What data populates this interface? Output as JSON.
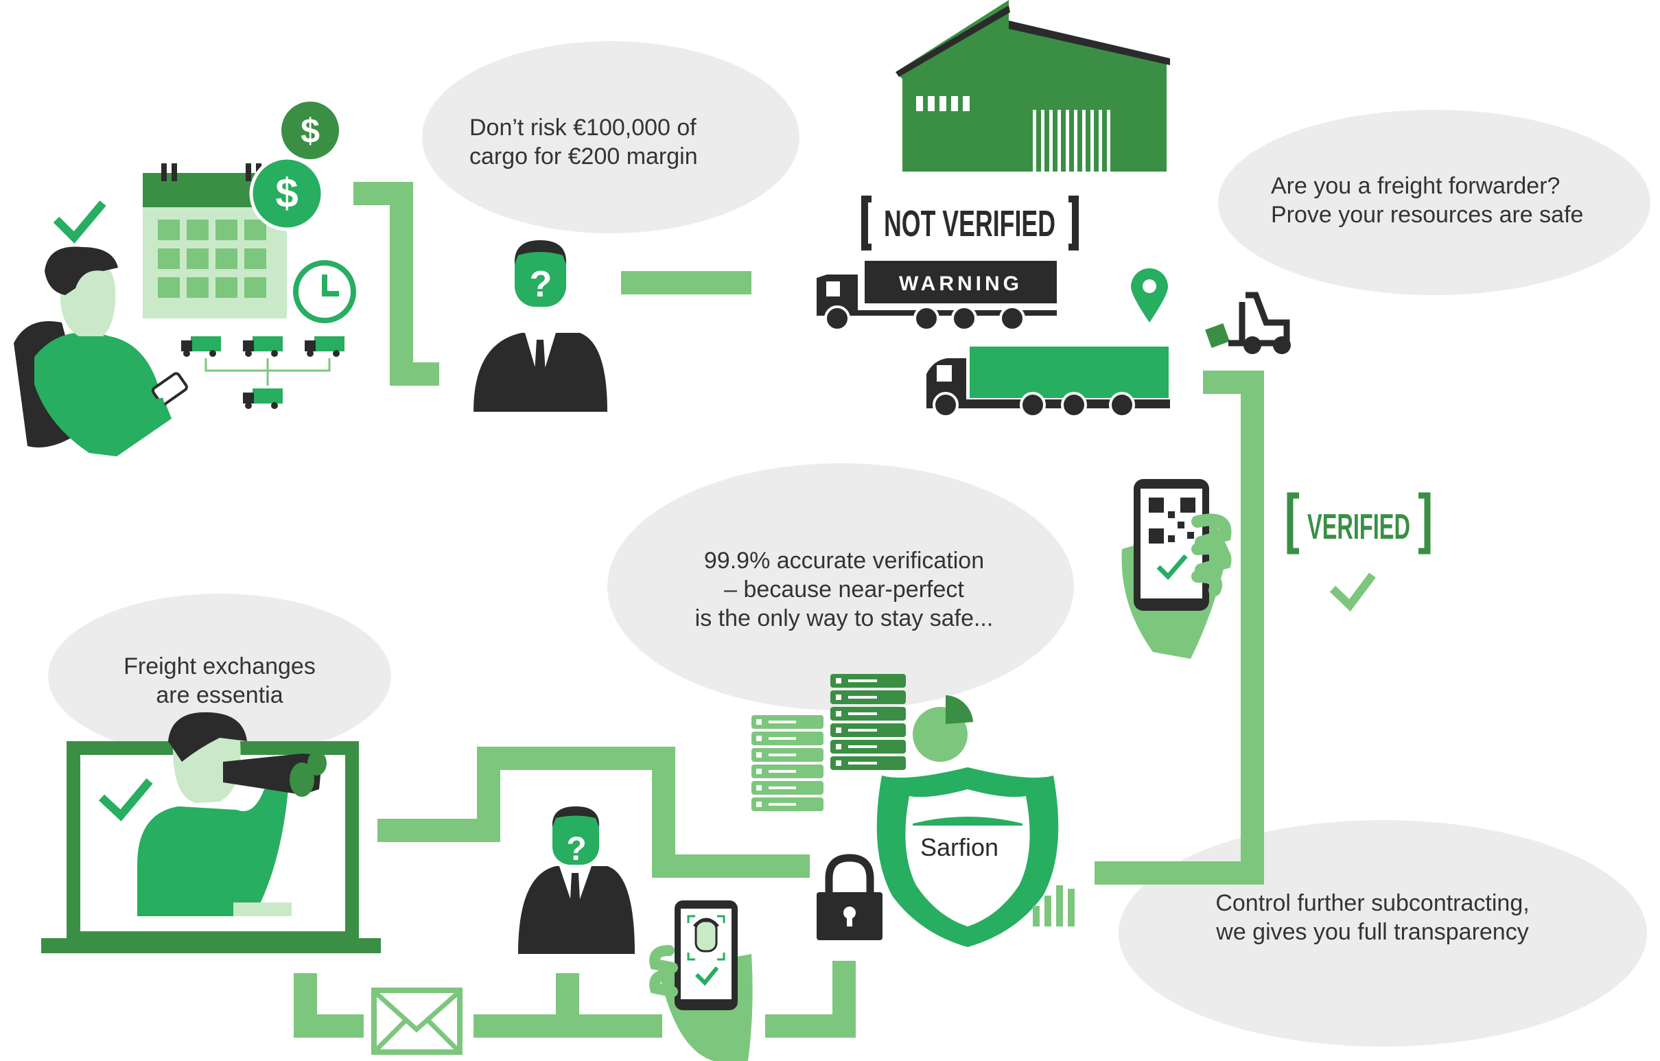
{
  "bubbles": {
    "risk": {
      "lines": [
        "Don’t risk €100,000 of",
        "cargo for €200 margin"
      ]
    },
    "forwarder": {
      "lines": [
        "Are you a freight forwarder?",
        "Prove your resources are safe"
      ]
    },
    "accuracy": {
      "lines": [
        "99.9% accurate verification",
        "– because near-perfect",
        "is the only way to stay safe..."
      ]
    },
    "exchanges": {
      "lines": [
        "Freight exchanges",
        "are essentia"
      ]
    },
    "subcontract": {
      "lines": [
        "Control further subcontracting,",
        "we gives you full transparency"
      ]
    }
  },
  "labels": {
    "not_verified": "NOT VERIFIED",
    "warning": "WARNING",
    "verified": "VERIFIED",
    "brand": "Sarfion",
    "question_mark": "?",
    "dollar": "$"
  },
  "colors": {
    "primary_green": "#27ae60",
    "light_green": "#7dc67e",
    "dark_green": "#3a8f45",
    "pale_green": "#c9e9c9",
    "bubble_gray": "#ececec",
    "dark": "#2b2b2b"
  },
  "icons": [
    "check-icon",
    "calendar-icon",
    "dollar-icon",
    "clock-icon",
    "truck-icon",
    "businessman-icon",
    "warehouse-icon",
    "map-pin-icon",
    "forklift-icon",
    "phone-qr-icon",
    "binoculars-icon",
    "laptop-icon",
    "envelope-icon",
    "padlock-icon",
    "shield-icon",
    "server-icon",
    "pie-chart-icon",
    "bar-chart-icon"
  ]
}
